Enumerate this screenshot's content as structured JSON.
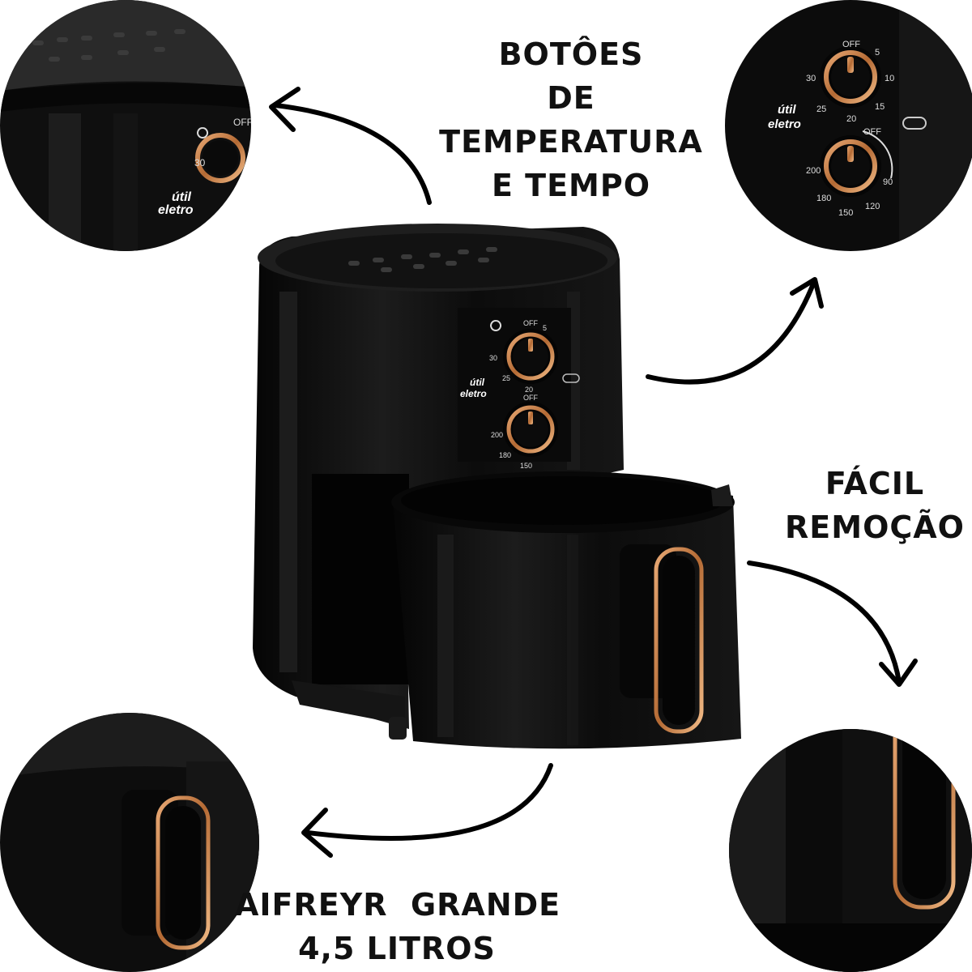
{
  "captions": {
    "controls": [
      "BOTÔES",
      "DE",
      "TEMPERATURA",
      "E TEMPO"
    ],
    "removal": [
      "FÁCIL",
      "REMOÇÃO"
    ],
    "capacity": [
      "AIFREYR  GRANDE",
      "4,5 LITROS"
    ]
  },
  "brand": {
    "line1": "útil",
    "line2": "eletro"
  },
  "timer_dial": {
    "off": "OFF",
    "marks": [
      "5",
      "10",
      "15",
      "20",
      "25",
      "30"
    ]
  },
  "temp_dial": {
    "off": "OFF",
    "marks": [
      "90",
      "120",
      "150",
      "180",
      "200"
    ]
  },
  "colors": {
    "body": "#0b0b0b",
    "accent": "#c8814a",
    "arrow": "#000000"
  }
}
